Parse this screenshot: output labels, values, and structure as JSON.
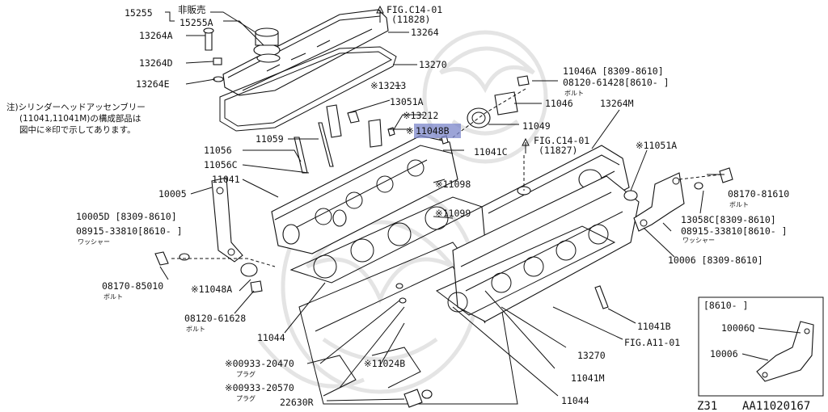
{
  "diagram": {
    "code": "AA11020167",
    "model": "Z31",
    "note_lines": [
      "注)シリンダーヘッドアッセンブリー",
      "(11041,11041M)の構成部品は",
      "図中に※印で示してあります。"
    ],
    "inset_label": "[8610-     ]",
    "labels": {
      "hibaibai": "非販売",
      "p15255": "15255",
      "p15255a": "15255A",
      "p13264a": "13264A",
      "p13264d": "13264D",
      "p13264e": "13264E",
      "p13264": "13264",
      "p13270_top": "13270",
      "fig_c14_top": "FIG.C14-01",
      "fig_c14_top_sub": "(11828)",
      "p13213": "※13213",
      "p13051a": "13051A",
      "p13212": "※13212",
      "p11048b": "11048B",
      "p11048b_mark": "※",
      "p11059": "11059",
      "p11056": "11056",
      "p11056c": "11056C",
      "p11041": "11041",
      "p10005": "10005",
      "p10005d": "10005D [8309-8610]",
      "p08915_left": "08915-33810[8610-    ]",
      "washer_left": "ワッシャー",
      "p08170_85010": "08170-85010",
      "bolt_85010": "ボルト",
      "p11048a": "※11048A",
      "p08120_61628": "08120-61628",
      "bolt_61628": "ボルト",
      "p11044_left": "11044",
      "p00933_20470": "※00933-20470",
      "plug_20470": "プラグ",
      "p11024b": "※11024B",
      "p00933_20570": "※00933-20570",
      "plug_20570": "プラグ",
      "p22630r": "22630R",
      "p11046a": "11046A [8309-8610]",
      "p08120_61428": "08120-61428[8610-    ]",
      "bolt_61428": "ボルト",
      "p11046": "11046",
      "p13264m": "13264M",
      "p11049": "11049",
      "p11041c": "11041C",
      "fig_c14_mid": "FIG.C14-01",
      "fig_c14_mid_sub": "(11827)",
      "p11051a": "※11051A",
      "p11098": "※11098",
      "p11099": "※11099",
      "p08170_81610": "08170-81610",
      "bolt_81610": "ボルト",
      "p13058c": "13058C[8309-8610]",
      "p08915_right": "08915-33810[8610-    ]",
      "washer_right": "ワッシャー",
      "p10006_main": "10006 [8309-8610]",
      "p11041b": "11041B",
      "fig_a11": "FIG.A11-01",
      "p13270_bottom": "13270",
      "p11041m": "11041M",
      "p11044_bottom": "11044",
      "p10006q": "10006Q",
      "p10006_inset": "10006"
    }
  }
}
